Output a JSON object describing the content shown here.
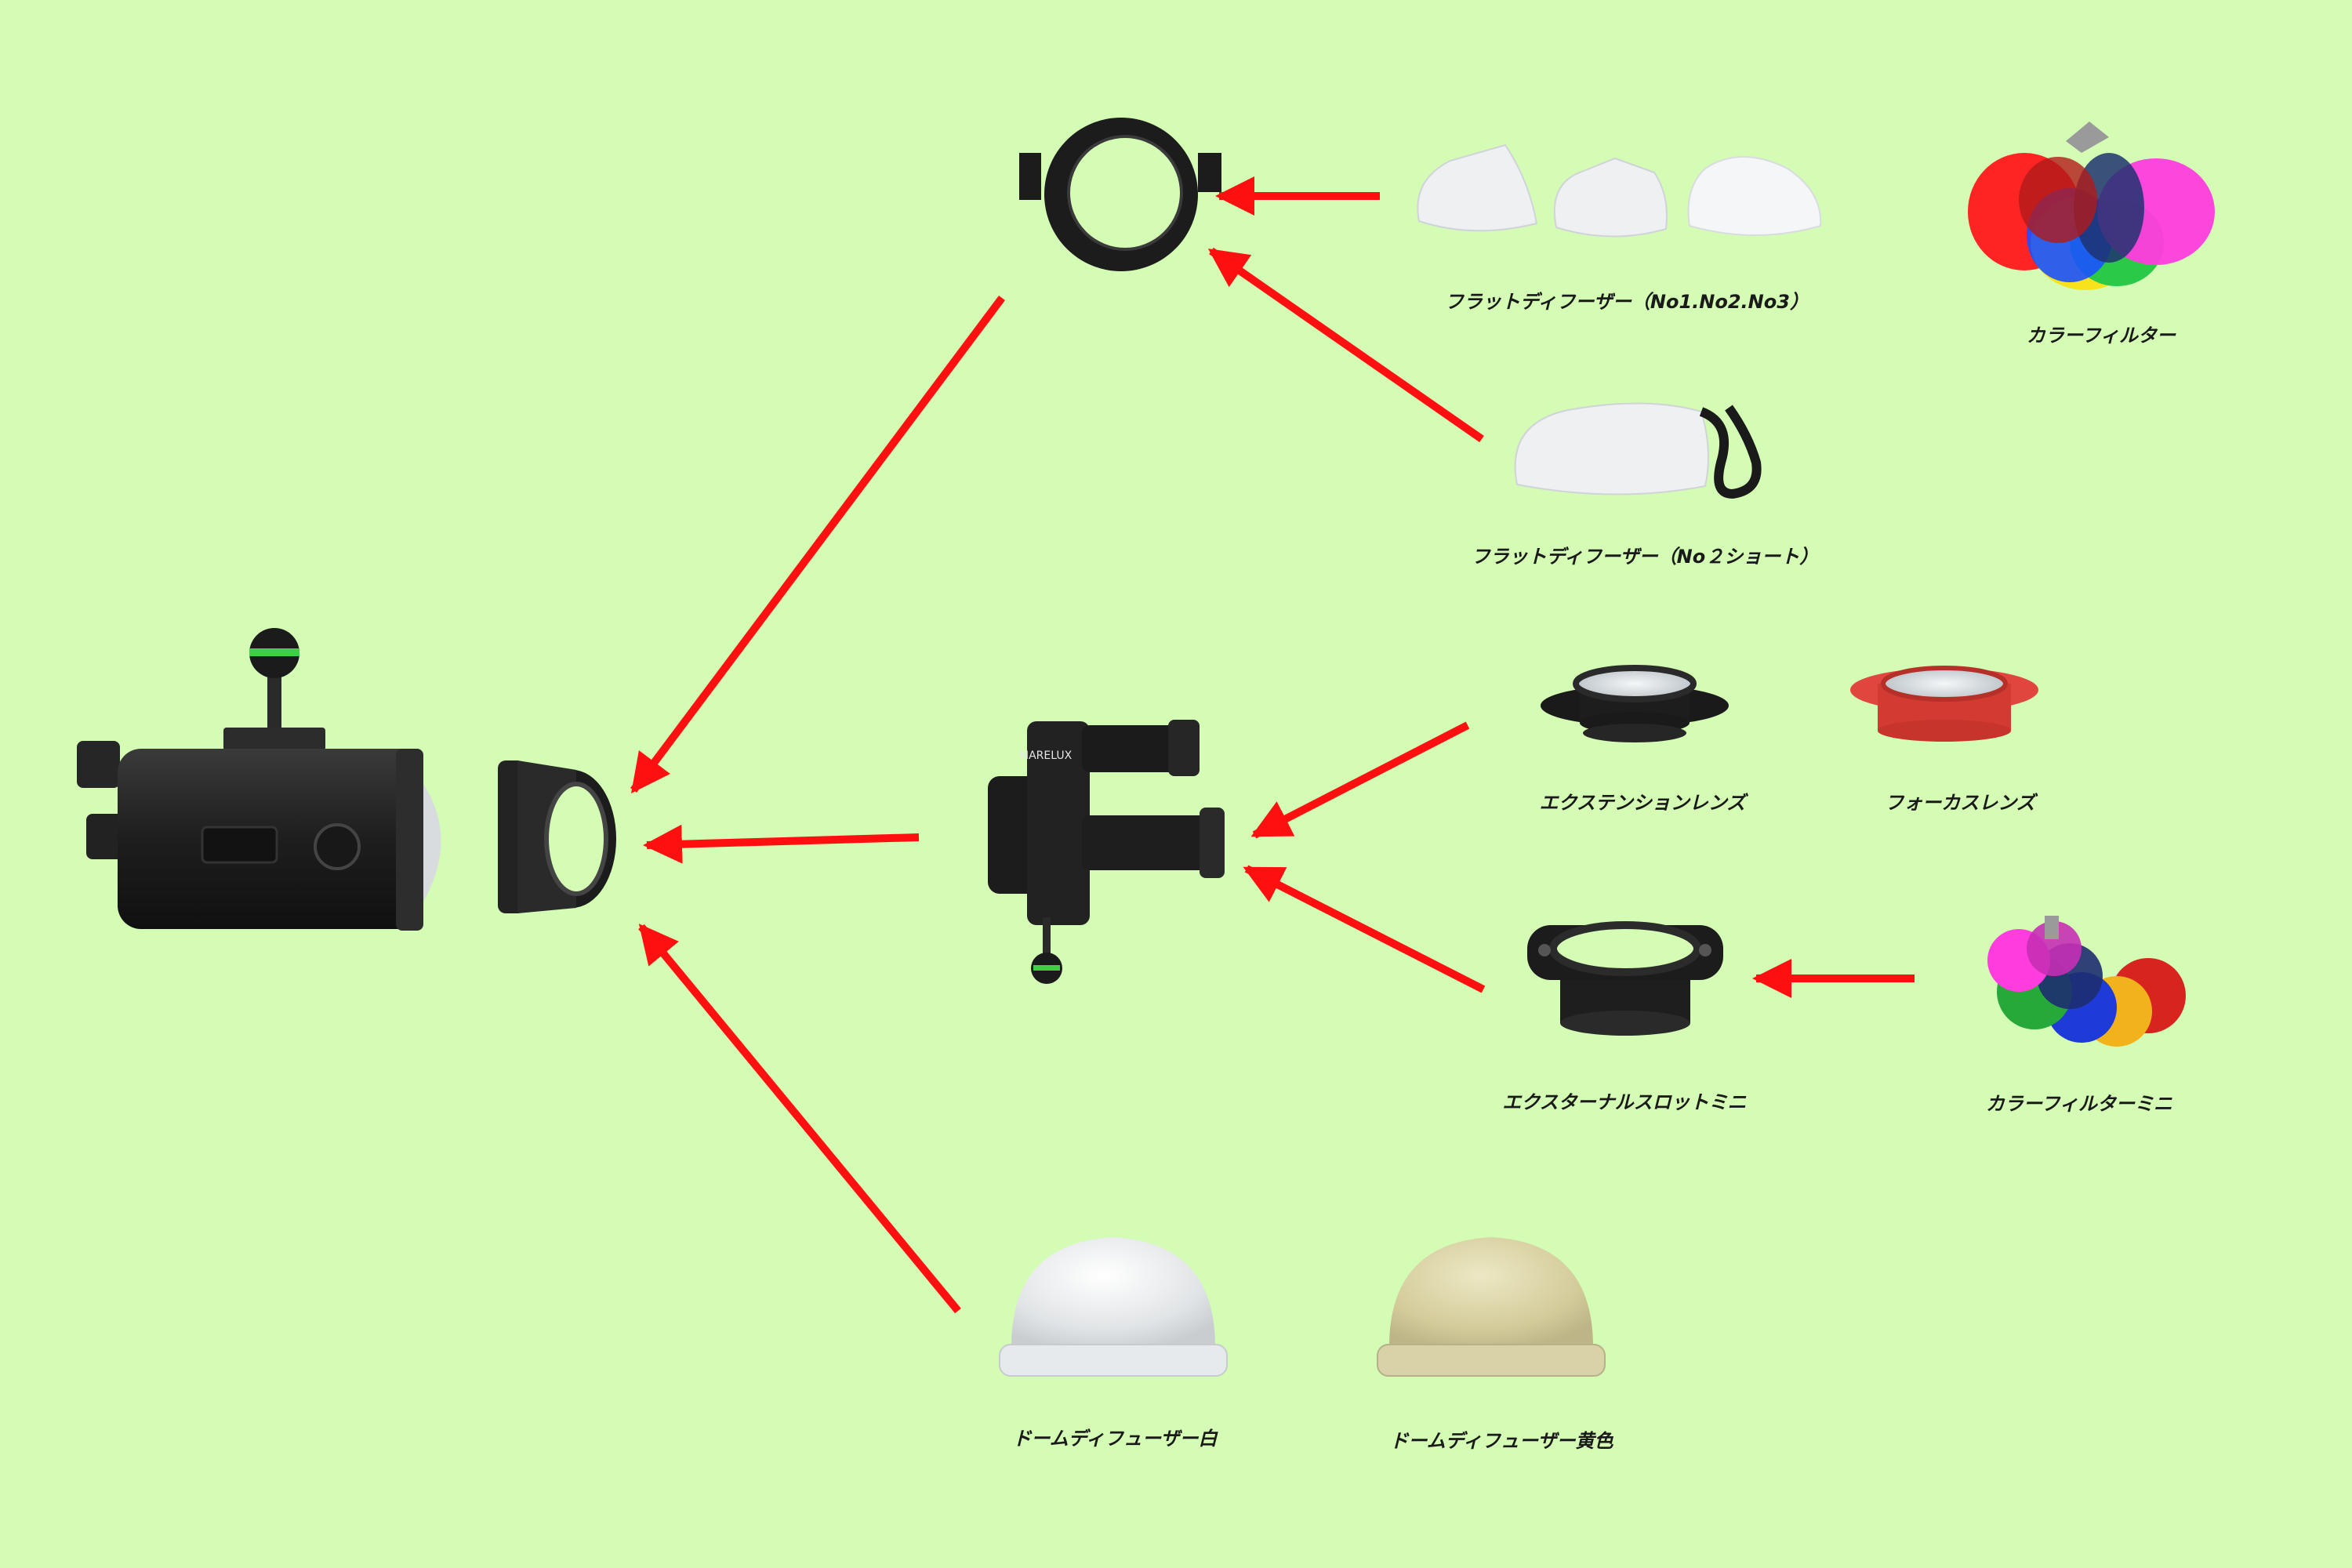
{
  "colors": {
    "background": "#d4fcb4",
    "arrow": "#ff1010",
    "product_black": "#1c1c1c",
    "accent_green": "#3fd04a",
    "focus_lens_red": "#e0463d",
    "diffuser_white": "#e9ecef",
    "diffuser_yellow": "#d6cfa0"
  },
  "labels": {
    "flat_diffuser_set": "フラットディフーザー（No1.No2.No3）",
    "color_filter": "カラーフィルター",
    "flat_diffuser_short": "フラットディフーザー（No２ショート）",
    "extension_lens": "エクステンションレンズ",
    "focus_lens": "フォーカスレンズ",
    "external_slot_mini": "エクスターナルスロットミニ",
    "color_filter_mini": "カラーフィルターミニ",
    "dome_diffuser_white": "ドームディフューザー白",
    "dome_diffuser_yellow": "ドームディフューザー黄色"
  },
  "brand": {
    "marelux": "MARELUX"
  }
}
